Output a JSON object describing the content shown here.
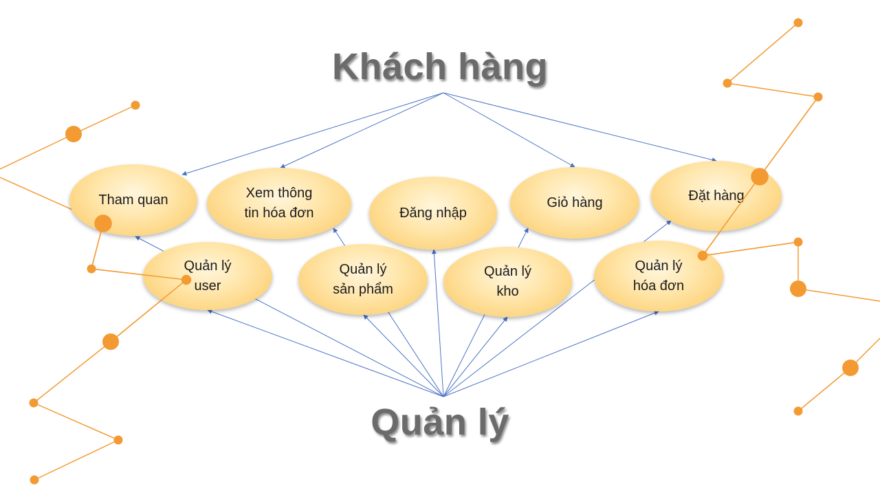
{
  "diagram": {
    "top_actor": "Khách hàng",
    "bottom_actor": "Quản lý",
    "customer_functions": [
      {
        "id": "tham-quan",
        "label": "Tham quan"
      },
      {
        "id": "xem-hoa-don",
        "label": "Xem thông\ntin hóa đơn"
      },
      {
        "id": "dang-nhap",
        "label": "Đăng nhập"
      },
      {
        "id": "gio-hang",
        "label": "Giỏ hàng"
      },
      {
        "id": "dat-hang",
        "label": "Đặt hàng"
      }
    ],
    "manager_functions": [
      {
        "id": "quan-ly-user",
        "label": "Quản lý\nuser"
      },
      {
        "id": "quan-ly-san-pham",
        "label": "Quản lý\nsản phẩm"
      },
      {
        "id": "quan-ly-kho",
        "label": "Quản lý\nkho"
      },
      {
        "id": "quan-ly-hoa-don",
        "label": "Quản lý\nhóa đơn"
      }
    ],
    "edges": [
      {
        "from": "Khách hàng",
        "to": "Tham quan"
      },
      {
        "from": "Khách hàng",
        "to": "Xem thông tin hóa đơn"
      },
      {
        "from": "Khách hàng",
        "to": "Giỏ hàng"
      },
      {
        "from": "Khách hàng",
        "to": "Đặt hàng"
      },
      {
        "from": "Quản lý",
        "to": "Quản lý user"
      },
      {
        "from": "Quản lý",
        "to": "Quản lý sản phẩm"
      },
      {
        "from": "Quản lý",
        "to": "Quản lý kho"
      },
      {
        "from": "Quản lý",
        "to": "Quản lý hóa đơn"
      },
      {
        "from": "Quản lý",
        "to": "Đăng nhập"
      },
      {
        "from": "Quản lý",
        "to": "Tham quan"
      },
      {
        "from": "Quản lý",
        "to": "Xem thông tin hóa đơn"
      },
      {
        "from": "Quản lý",
        "to": "Giỏ hàng"
      },
      {
        "from": "Quản lý",
        "to": "Đặt hàng"
      }
    ],
    "colors": {
      "node_fill": "#fcd27a",
      "edge": "#4a72c4",
      "decor": "#f39a33",
      "heading": "#6b6b6b"
    }
  }
}
